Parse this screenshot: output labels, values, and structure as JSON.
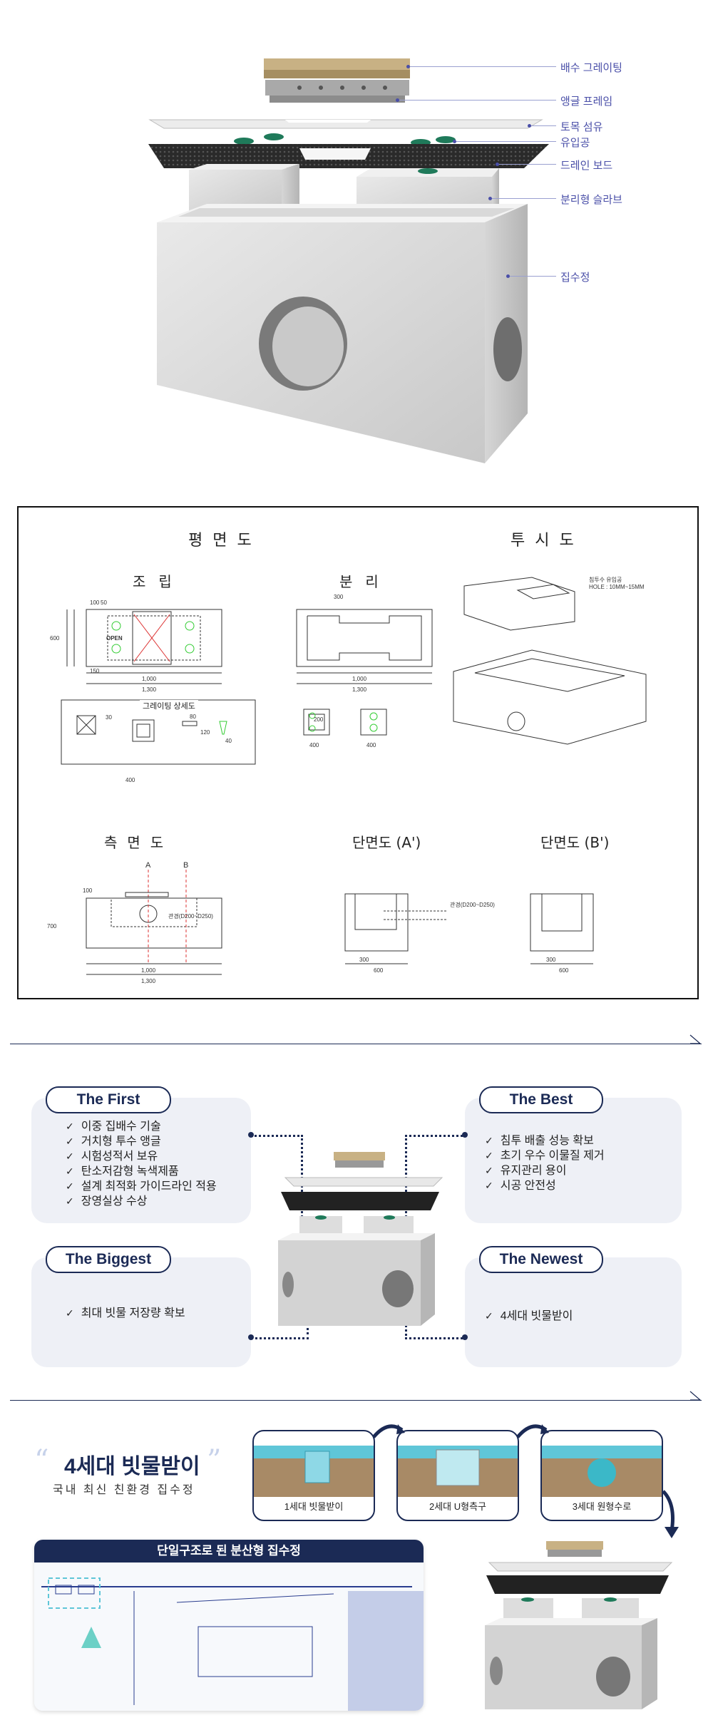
{
  "exploded_view": {
    "labels": [
      "배수 그레이팅",
      "앵글 프레임",
      "토목 섬유",
      "유입공",
      "드레인 보드",
      "분리형 슬라브",
      "집수정"
    ]
  },
  "drawing": {
    "plan_title": "평면도",
    "persp_title": "투시도",
    "assembly_title": "조립",
    "separate_title": "분리",
    "grating_detail_title": "그레이팅 상세도",
    "side_title": "측면도",
    "section_a_title": "단면도 (A')",
    "section_b_title": "단면도 (B')",
    "open_label": "OPEN",
    "inlet_note_1": "침투수 유입공",
    "inlet_note_2": "HOLE : 10MM~15MM",
    "pipe_label": "관경(D200~D250)",
    "dims": {
      "d100": "100",
      "d50": "50",
      "d150": "150",
      "d300": "300",
      "d600": "600",
      "d1000": "1,000",
      "d1300": "1,300",
      "d400": "400",
      "d200": "200",
      "d700": "700",
      "d30": "30",
      "d80": "80",
      "d40": "40",
      "d120": "120"
    },
    "marker_a": "A",
    "marker_b": "B"
  },
  "features": {
    "first": {
      "title": "The First",
      "items": [
        "이중 집배수 기술",
        "거치형 투수 앵글",
        "시험성적서 보유",
        "탄소저감형 녹색제품",
        "설계 최적화 가이드라인 적용",
        "장영실상 수상"
      ]
    },
    "best": {
      "title": "The Best",
      "items": [
        "침투 배출 성능 확보",
        "초기 우수 이물질 제거",
        "유지관리 용이",
        "시공 안전성"
      ]
    },
    "biggest": {
      "title": "The Biggest",
      "items": [
        "최대 빗물 저장량 확보"
      ]
    },
    "newest": {
      "title": "The Newest",
      "items": [
        "4세대 빗물받이"
      ]
    }
  },
  "generation": {
    "title": "4세대 빗물받이",
    "subtitle": "국내 최신 친환경 집수정",
    "cards": [
      "1세대 빗물받이",
      "2세대 U형측구",
      "3세대 원형수로"
    ],
    "banner_title": "단일구조로 된 분산형 집수정"
  },
  "colors": {
    "navy": "#1b2a55",
    "accent": "#4a4fa8",
    "panel": "#eef0f6",
    "water": "#5fc6d8"
  }
}
